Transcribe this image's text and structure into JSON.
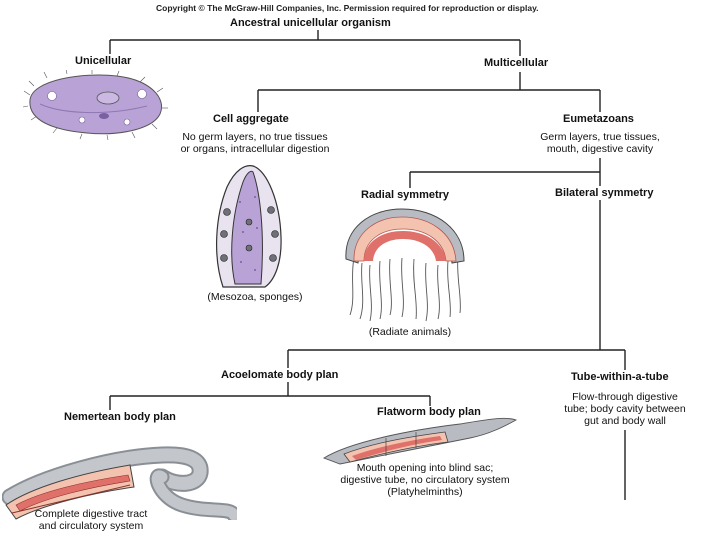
{
  "copyright": "Copyright © The McGraw-Hill Companies, Inc. Permission required for reproduction or display.",
  "root": "Ancestral unicellular organism",
  "unicellular": "Unicellular",
  "multicellular": "Multicellular",
  "cell_aggregate": {
    "title": "Cell aggregate",
    "desc_line1": "No germ layers, no true tissues",
    "desc_line2": "or organs, intracellular digestion",
    "caption": "(Mesozoa, sponges)"
  },
  "eumetazoans": {
    "title": "Eumetazoans",
    "desc_line1": "Germ layers, true tissues,",
    "desc_line2": "mouth, digestive cavity"
  },
  "radial": {
    "title": "Radial symmetry",
    "caption": "(Radiate animals)"
  },
  "bilateral": {
    "title": "Bilateral symmetry"
  },
  "acoelomate": {
    "title": "Acoelomate body plan"
  },
  "tube": {
    "title": "Tube-within-a-tube",
    "desc_line1": "Flow-through digestive",
    "desc_line2": "tube; body cavity between",
    "desc_line3": "gut and body wall"
  },
  "nemertean": {
    "title": "Nemertean body plan",
    "desc_line1": "Complete digestive tract",
    "desc_line2": "and circulatory system"
  },
  "flatworm": {
    "title": "Flatworm body plan",
    "desc_line1": "Mouth opening into blind sac;",
    "desc_line2": "digestive tube, no circulatory system",
    "desc_line3": "(Platyhelminths)"
  },
  "colors": {
    "line": "#222222",
    "protist": "#b9a3d6",
    "tissue_red": "#e0706a",
    "tissue_pink": "#f3c3b0",
    "body_gray": "#b8bcc2"
  }
}
